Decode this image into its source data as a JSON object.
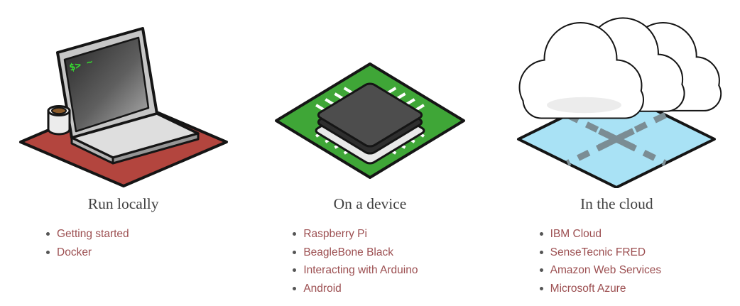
{
  "colors": {
    "background": "#ffffff",
    "heading_text": "#404040",
    "link_text": "#9c4f51",
    "bullet": "#555555",
    "desk_red": "#b3453e",
    "board_green": "#3fa637",
    "panel_blue": "#a9e2f5",
    "outline_black": "#151515",
    "terminal_green": "#35e02f"
  },
  "illustrations": {
    "laptop": "laptop-on-desk-icon",
    "chip": "chip-on-circuit-board-icon",
    "cloud": "clouds-over-platform-icon",
    "terminal_prompt": "$> ~"
  },
  "columns": [
    {
      "id": "run-locally",
      "heading": "Run locally",
      "links": [
        "Getting started",
        "Docker"
      ]
    },
    {
      "id": "on-a-device",
      "heading": "On a device",
      "links": [
        "Raspberry Pi",
        "BeagleBone Black",
        "Interacting with Arduino",
        "Android"
      ]
    },
    {
      "id": "in-the-cloud",
      "heading": "In the cloud",
      "links": [
        "IBM Cloud",
        "SenseTecnic FRED",
        "Amazon Web Services",
        "Microsoft Azure"
      ]
    }
  ]
}
